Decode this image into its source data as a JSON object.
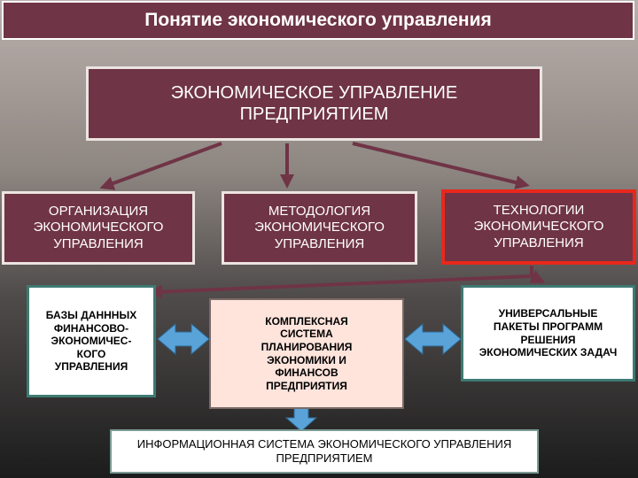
{
  "title": "Понятие экономического управления",
  "root": "ЭКОНОМИЧЕСКОЕ УПРАВЛЕНИЕ ПРЕДПРИЯТИЕМ",
  "branches": {
    "organization": "ОРГАНИЗАЦИЯ ЭКОНОМИЧЕСКОГО УПРАВЛЕНИЯ",
    "methodology": "МЕТОДОЛОГИЯ ЭКОНОМИЧЕСКОГО УПРАВЛЕНИЯ",
    "technologies": "ТЕХНОЛОГИИ ЭКОНОМИЧЕСКОГО УПРАВЛЕНИЯ"
  },
  "components": {
    "databases": "БАЗЫ ДАНННЫХ ФИНАНСОВО-ЭКОНОМИЧЕС-КОГО УПРАВЛЕНИЯ",
    "planning_system": "КОМПЛЕКСНАЯ СИСТЕМА ПЛАНИРОВАНИЯ ЭКОНОМИКИ И ФИНАНСОВ ПРЕДПРИЯТИЯ",
    "software_packages": "УНИВЕРСАЛЬНЫЕ ПАКЕТЫ ПРОГРАММ РЕШЕНИЯ ЭКОНОМИЧЕСКИХ ЗАДАЧ"
  },
  "info_system": "ИНФОРМАЦИОННАЯ СИСТЕМА ЭКОНОМИЧЕСКОГО УПРАВЛЕНИЯ ПРЕДПРИЯТИЕМ",
  "colors": {
    "box_fill": "#6f3446",
    "connector": "#6f3446",
    "highlight_border": "#e8281c",
    "double_arrow": "#5aa3d8"
  }
}
